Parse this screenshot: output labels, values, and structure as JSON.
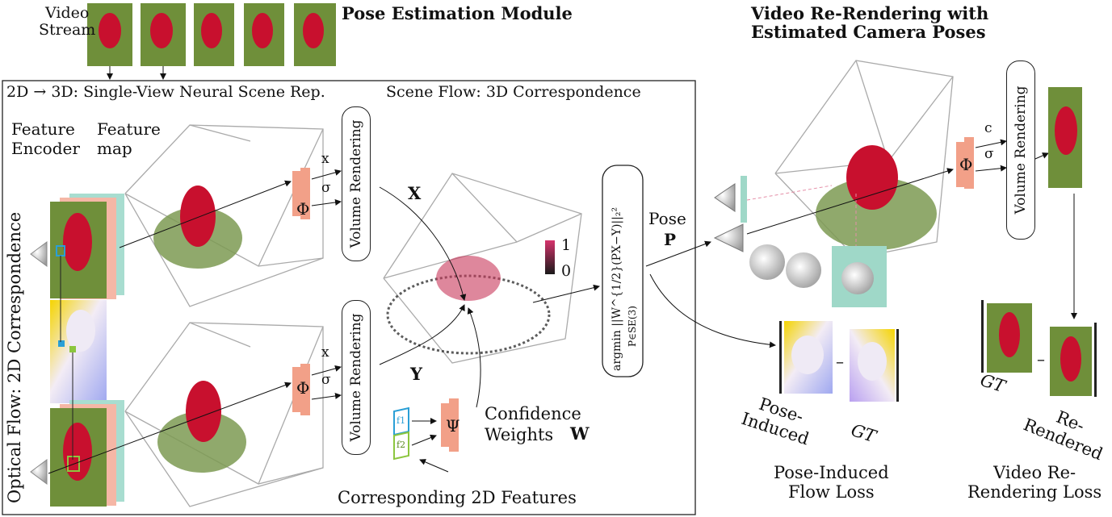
{
  "header": {
    "video_stream_label": "Video\nStream",
    "pose_module_title": "Pose Estimation Module",
    "rerender_title": "Video Re-Rendering with\nEstimated Camera Poses"
  },
  "panels": {
    "scene_rep_title": "2D → 3D: Single-View Neural Scene Rep.",
    "scene_flow_title": "Scene Flow: 3D Correspondence",
    "optical_flow_label": "Optical Flow: 2D Correspondence",
    "feature_encoder_label": "Feature\nEncoder",
    "feature_map_label": "Feature\nmap"
  },
  "network": {
    "phi_symbol": "Φ",
    "psi_symbol": "Ψ",
    "volume_rendering_label": "Volume Rendering",
    "out_x": "x",
    "out_sigma": "σ",
    "out_c": "c",
    "point_x": "X",
    "point_y": "Y",
    "f1": "f1",
    "f2": "f2",
    "confidence_label": "Confidence\nWeights",
    "confidence_symbol": "W",
    "corresponding_features_label": "Corresponding 2D Features",
    "colorbar_max": "1",
    "colorbar_min": "0"
  },
  "pose": {
    "pose_label": "Pose",
    "pose_symbol": "P",
    "argmin_formula": "argmin ||W^{1/2}(PX−Y)||₂²",
    "argmin_subscript": "P∈SE(3)"
  },
  "losses": {
    "pose_induced": "Pose-\nInduced",
    "gt": "GT",
    "flow_loss": "Pose-Induced\nFlow Loss",
    "re_rendered": "Re-\nRendered",
    "render_loss": "Video Re-\nRendering Loss",
    "dash": "–"
  },
  "colors": {
    "phi_block": "#f2a088",
    "feature_pink": "#f5b7a6",
    "feature_teal": "#a8ddd0",
    "f1_blue": "#2a9fd6",
    "f2_green": "#8cc63f",
    "fire_hydrant_red": "#c8102e",
    "grass": "#6f8f3a",
    "teal_plane": "#9fd8c8",
    "confidence_high": "#c8375a"
  }
}
